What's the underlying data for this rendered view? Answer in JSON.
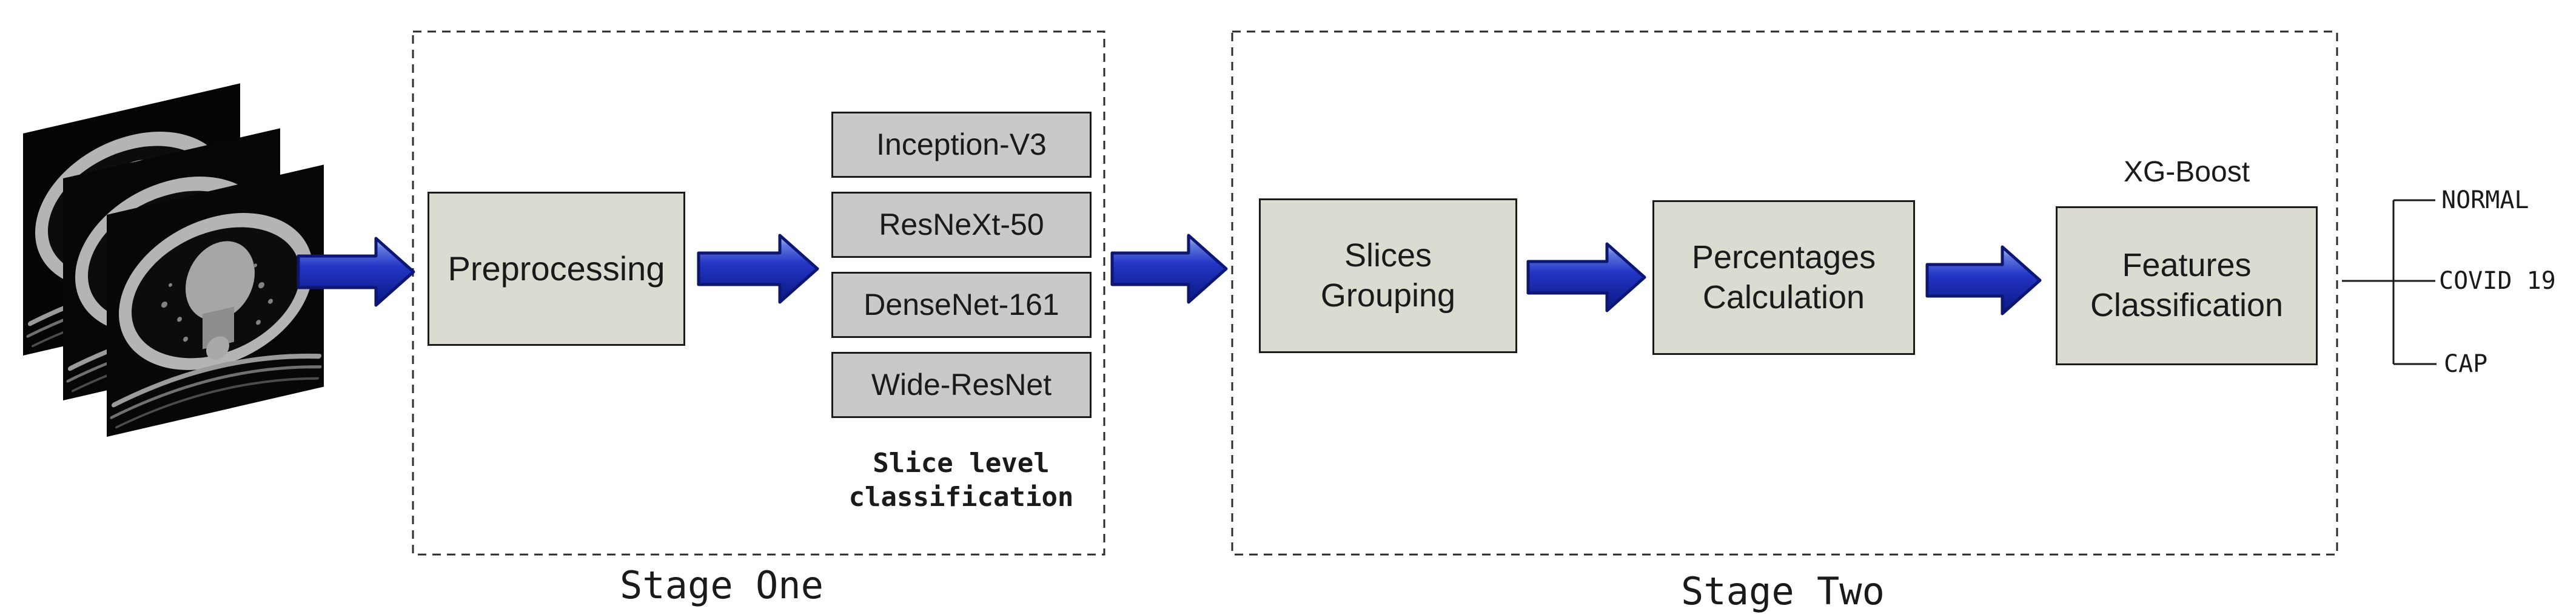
{
  "input": {
    "icon": "ct-scan-stack-icon"
  },
  "stage_one": {
    "label": "Stage One",
    "preprocessing_label": "Preprocessing",
    "models": [
      "Inception-V3",
      "ResNeXt-50",
      "DenseNet-161",
      "Wide-ResNet"
    ],
    "caption": "Slice level\nclassification"
  },
  "stage_two": {
    "label": "Stage Two",
    "slices_grouping_label": "Slices\nGrouping",
    "percentages_label": "Percentages\nCalculation",
    "features_label": "Features\nClassification",
    "xgboost_label": "XG-Boost"
  },
  "outputs": {
    "classes": [
      "NORMAL",
      "COVID 19",
      "CAP"
    ]
  },
  "colors": {
    "arrow_blue": "#2336c6",
    "arrow_dark": "#0a1884",
    "arrow_border": "#0d1670",
    "box_fill_light": "#dcdbd1",
    "box_fill_gray": "#c9c9c9",
    "box_border": "#1b1b1b",
    "dashed_border": "#2b2b2b"
  }
}
